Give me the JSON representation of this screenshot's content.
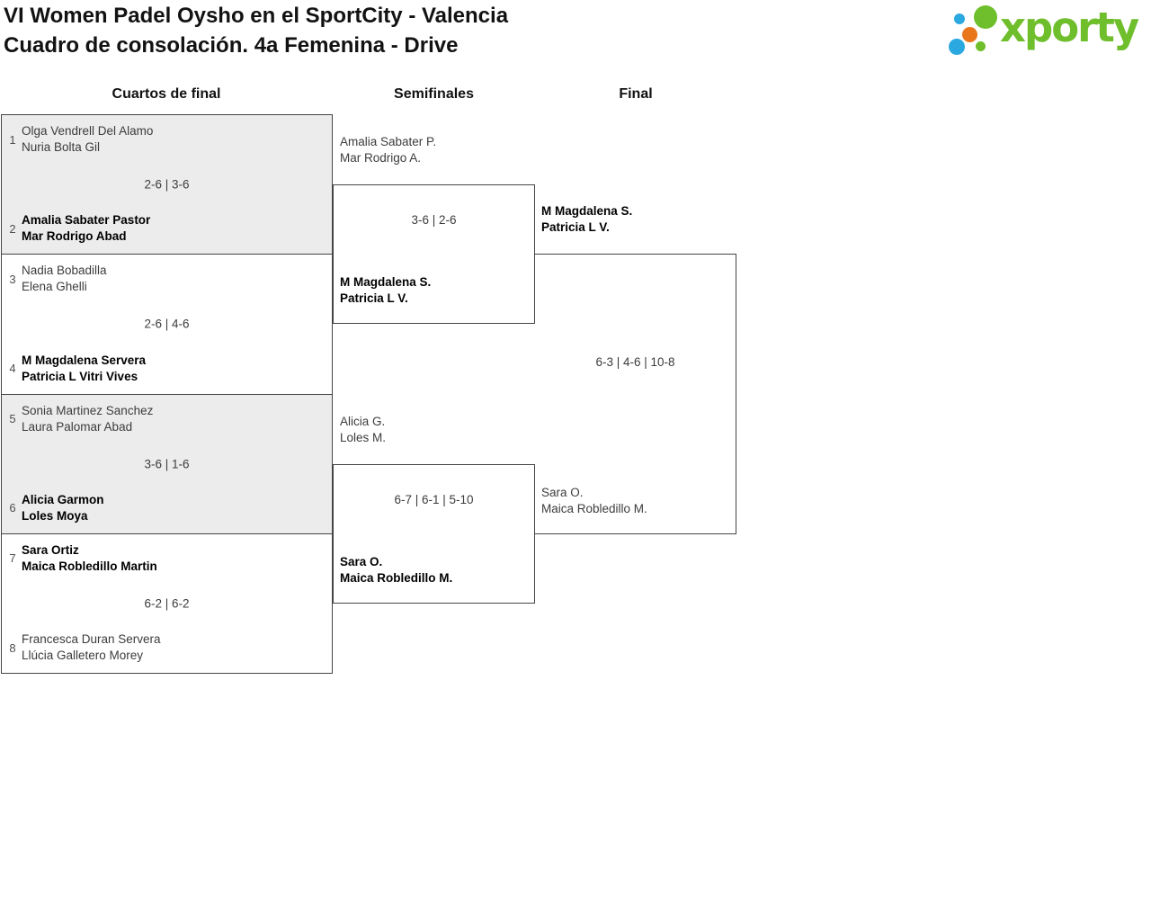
{
  "title": {
    "line1": "VI Women Padel Oysho en el SportCity - Valencia",
    "line2": "Cuadro de consolación. 4a Femenina - Drive"
  },
  "logo": {
    "text": "xporty",
    "colors": {
      "green": "#6FBE2B",
      "blue": "#2AA8E0",
      "orange": "#E8761C"
    }
  },
  "round_labels": {
    "quarterfinals": "Cuartos de final",
    "semifinals": "Semifinales",
    "final": "Final"
  },
  "colors": {
    "shaded_block_bg": "#ECECEC",
    "border": "#454545",
    "text": "#3c3c3c",
    "winner_text": "#000000"
  },
  "quarterfinals": [
    {
      "seed_top": "1",
      "team_top": [
        "Olga Vendrell Del Alamo",
        "Nuria Bolta Gil"
      ],
      "score": "2-6 | 3-6",
      "seed_bottom": "2",
      "team_bottom": [
        "Amalia Sabater Pastor",
        "Mar Rodrigo Abad"
      ],
      "winner": "bottom"
    },
    {
      "seed_top": "3",
      "team_top": [
        "Nadia Bobadilla",
        "Elena Ghelli"
      ],
      "score": "2-6 | 4-6",
      "seed_bottom": "4",
      "team_bottom": [
        "M Magdalena Servera",
        "Patricia L Vitri Vives"
      ],
      "winner": "bottom"
    },
    {
      "seed_top": "5",
      "team_top": [
        "Sonia Martinez Sanchez",
        "Laura Palomar Abad"
      ],
      "score": "3-6 | 1-6",
      "seed_bottom": "6",
      "team_bottom": [
        "Alicia Garmon",
        "Loles Moya"
      ],
      "winner": "bottom"
    },
    {
      "seed_top": "7",
      "team_top": [
        "Sara Ortiz",
        "Maica Robledillo Martin"
      ],
      "score": "6-2 | 6-2",
      "seed_bottom": "8",
      "team_bottom": [
        "Francesca Duran Servera",
        "Llúcia Galletero Morey"
      ],
      "winner": "top"
    }
  ],
  "semifinals": [
    {
      "team_top": [
        "Amalia Sabater P.",
        "Mar Rodrigo A."
      ],
      "score": "3-6 | 2-6",
      "team_bottom": [
        "M Magdalena S.",
        "Patricia L V."
      ],
      "winner": "bottom"
    },
    {
      "team_top": [
        "Alicia G.",
        "Loles M."
      ],
      "score": "6-7 | 6-1 | 5-10",
      "team_bottom": [
        "Sara O.",
        "Maica Robledillo M."
      ],
      "winner": "bottom"
    }
  ],
  "final": {
    "team_top": [
      "M Magdalena S.",
      "Patricia L V."
    ],
    "score": "6-3 | 4-6 | 10-8",
    "team_bottom": [
      "Sara O.",
      "Maica Robledillo M."
    ],
    "winner": "top"
  }
}
